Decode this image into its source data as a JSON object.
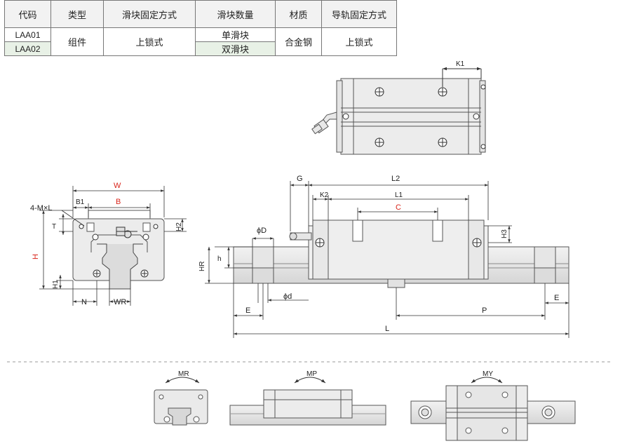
{
  "table": {
    "headers": [
      "代码",
      "类型",
      "滑块固定方式",
      "滑块数量",
      "材质",
      "导轨固定方式"
    ],
    "rows": [
      {
        "code": "LAA01",
        "type": "组件",
        "block_fix": "上锁式",
        "count": "单滑块",
        "material": "合金钢",
        "rail_fix": "上锁式"
      },
      {
        "code": "LAA02",
        "count": "双滑块"
      }
    ]
  },
  "labels": {
    "W": "W",
    "B": "B",
    "B1": "B1",
    "mxl": "4-M×L",
    "T": "T",
    "H2": "H2",
    "H": "H",
    "H1": "H1",
    "N": "N",
    "WR": "WR",
    "K1": "K1",
    "G": "G",
    "L2": "L2",
    "K2": "K2",
    "L1": "L1",
    "C": "C",
    "H3": "H3",
    "phiD": "ϕD",
    "h": "h",
    "HR": "HR",
    "phid": "ϕd",
    "E_left": "E",
    "E_right": "E",
    "P": "P",
    "L": "L",
    "MR": "MR",
    "MP": "MP",
    "MY": "MY"
  },
  "colors": {
    "accent": "#d9261c",
    "line": "#333333",
    "part_fill": "#e6e6e6",
    "part_stroke": "#555555"
  }
}
